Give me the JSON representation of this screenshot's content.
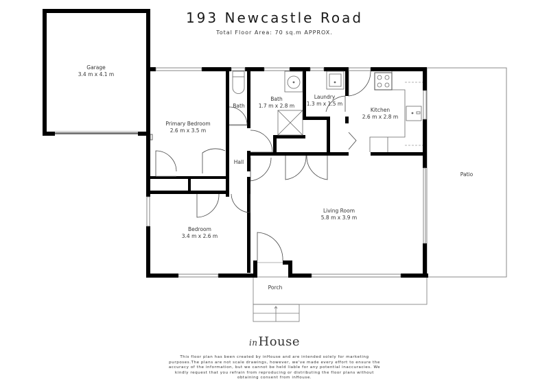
{
  "header": {
    "title": "193 Newcastle Road",
    "subtitle": "Total Floor Area: 70 sq.m APPROX."
  },
  "rooms": [
    {
      "id": "garage",
      "name": "Garage",
      "dimensions": "3.4 m x 4.1 m"
    },
    {
      "id": "primary-bedroom",
      "name": "Primary Bedroom",
      "dimensions": "2.6 m x 3.5 m"
    },
    {
      "id": "ensuite-bath",
      "name": "Bath",
      "dimensions": ""
    },
    {
      "id": "bath",
      "name": "Bath",
      "dimensions": "1.7 m x 2.8 m"
    },
    {
      "id": "laundry",
      "name": "Laundry",
      "dimensions": "1.3 m x 1.5 m"
    },
    {
      "id": "kitchen",
      "name": "Kitchen",
      "dimensions": "2.6 m x 2.8 m"
    },
    {
      "id": "hall",
      "name": "Hall",
      "dimensions": ""
    },
    {
      "id": "bedroom",
      "name": "Bedroom",
      "dimensions": "3.4 m x 2.6 m"
    },
    {
      "id": "living-room",
      "name": "Living Room",
      "dimensions": "5.8 m x 3.9 m"
    },
    {
      "id": "patio",
      "name": "Patio",
      "dimensions": ""
    },
    {
      "id": "porch",
      "name": "Porch",
      "dimensions": ""
    }
  ],
  "footer": {
    "logo_script": "in",
    "logo_text": "House",
    "disclaimer": "This floor plan has been created by inHouse and are intended solely for marketing purposes.The plans are not scale drawings, however, we've made every effort to ensure the accuracy of the information, but we cannot be held liable for any potential inaccuracies. We kindly request that you refrain from reproducing or distributing the floor plans without obtaining consent from inHouse."
  },
  "colors": {
    "wall": "#000000",
    "fixture": "#555555",
    "background": "#ffffff"
  }
}
